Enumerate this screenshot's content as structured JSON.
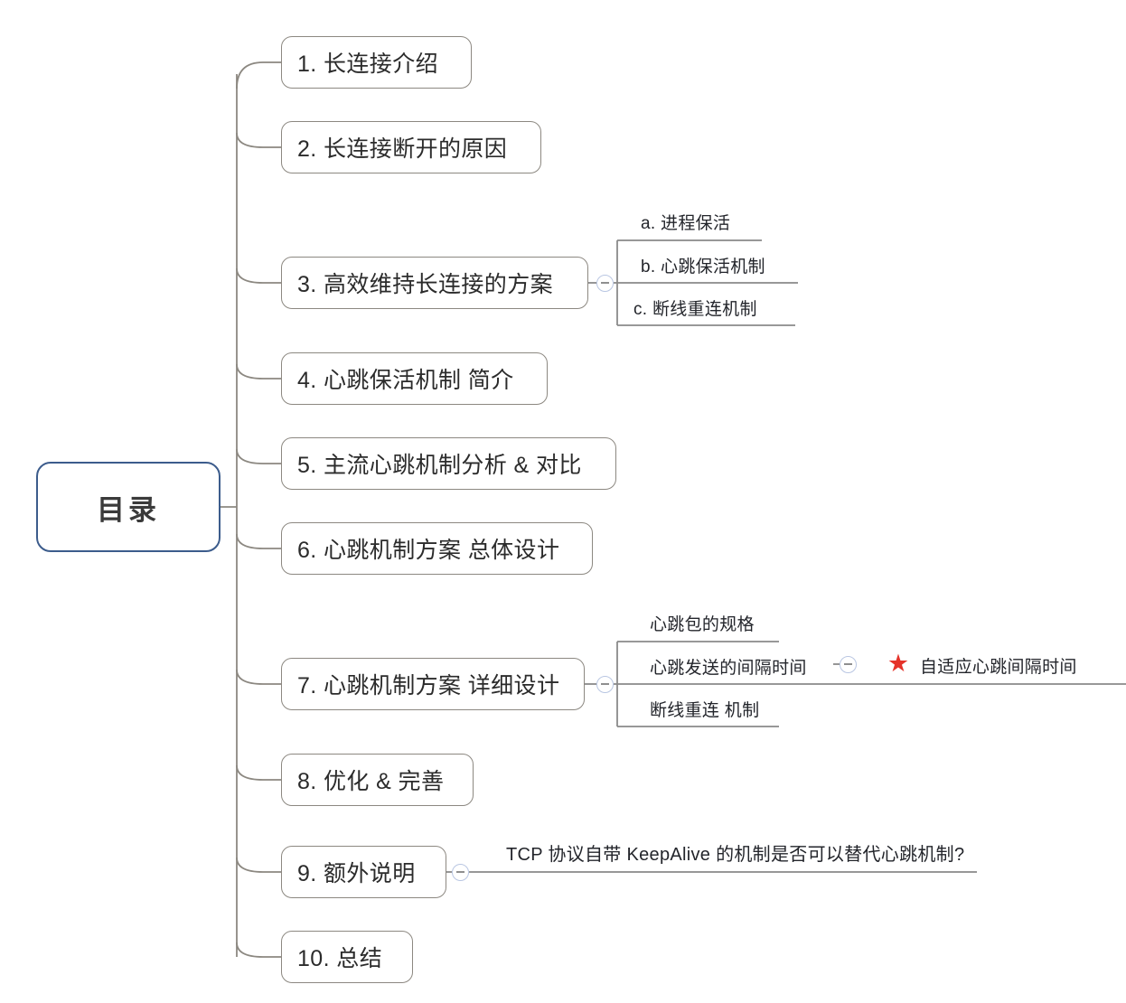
{
  "diagram": {
    "type": "mindmap",
    "title": "目录",
    "root": {
      "label": "目录"
    },
    "colors": {
      "root_border": "#3c5c8c",
      "node_border": "#8c8881",
      "wire": "#8c8881",
      "leaf_rule": "#8a8a8a",
      "toggle_border": "#b9c6e2",
      "star": "#e5332a",
      "text": "#23252b",
      "background": "#ffffff"
    },
    "branches": [
      {
        "label": "1. 长连接介绍",
        "children": []
      },
      {
        "label": "2. 长连接断开的原因",
        "children": []
      },
      {
        "label": "3. 高效维持长连接的方案",
        "toggle": "collapse-minus-icon",
        "children": [
          {
            "label": "a. 进程保活",
            "children": []
          },
          {
            "label": "b. 心跳保活机制",
            "children": []
          },
          {
            "label": "c. 断线重连机制",
            "children": []
          }
        ]
      },
      {
        "label": "4. 心跳保活机制 简介",
        "children": []
      },
      {
        "label": "5. 主流心跳机制分析 & 对比",
        "children": []
      },
      {
        "label": "6. 心跳机制方案 总体设计",
        "children": []
      },
      {
        "label": "7. 心跳机制方案 详细设计",
        "toggle": "collapse-minus-icon",
        "children": [
          {
            "label": "心跳包的规格",
            "children": []
          },
          {
            "label": "心跳发送的间隔时间",
            "toggle": "collapse-minus-icon",
            "children": [
              {
                "label": "自适应心跳间隔时间",
                "marker": "star-icon"
              }
            ]
          },
          {
            "label": "断线重连 机制",
            "children": []
          }
        ]
      },
      {
        "label": "8. 优化 & 完善",
        "children": []
      },
      {
        "label": "9. 额外说明",
        "toggle": "collapse-minus-icon",
        "children": [
          {
            "label": "TCP 协议自带 KeepAlive 的机制是否可以替代心跳机制?",
            "children": []
          }
        ]
      },
      {
        "label": "10. 总结",
        "children": []
      }
    ]
  }
}
